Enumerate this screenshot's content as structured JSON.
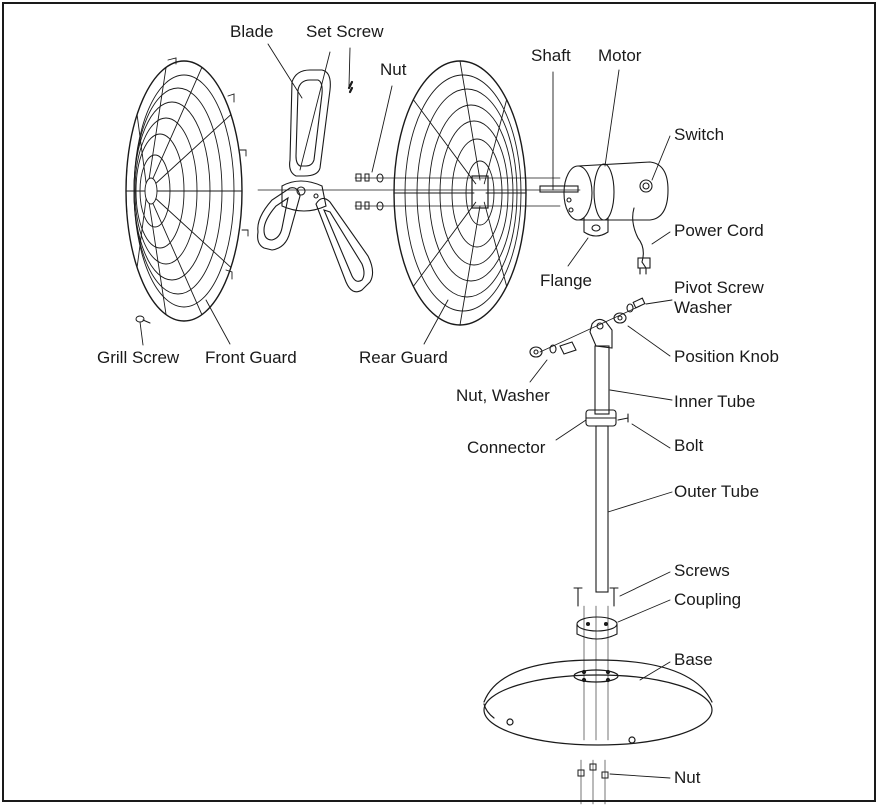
{
  "labels": {
    "blade": "Blade",
    "set_screw": "Set Screw",
    "nut_top": "Nut",
    "shaft": "Shaft",
    "motor": "Motor",
    "switch": "Switch",
    "power_cord": "Power Cord",
    "flange": "Flange",
    "pivot_screw": "Pivot Screw",
    "washer": "Washer",
    "position_knob": "Position Knob",
    "grill_screw": "Grill Screw",
    "front_guard": "Front Guard",
    "rear_guard": "Rear Guard",
    "nut_washer": "Nut, Washer",
    "inner_tube": "Inner Tube",
    "connector": "Connector",
    "bolt": "Bolt",
    "outer_tube": "Outer Tube",
    "screws": "Screws",
    "coupling": "Coupling",
    "base": "Base",
    "nut_bottom": "Nut"
  },
  "colors": {
    "ink": "#1a1a1a",
    "background": "#ffffff"
  }
}
